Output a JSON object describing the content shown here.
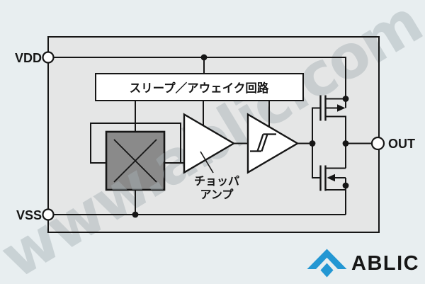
{
  "diagram": {
    "terminals": {
      "vdd": "VDD",
      "vss": "VSS",
      "out": "OUT"
    },
    "sleep_awake_label": "スリープ／アウェイク回路",
    "chopper_amp_label": {
      "line1": "チョッパ",
      "line2": "アンプ"
    },
    "symbols": {
      "modulator": "chopper-modulator",
      "amplifier": "amplifier",
      "comparator": "hysteresis-comparator",
      "pmos": "pmos-transistor",
      "nmos": "nmos-transistor"
    },
    "colors": {
      "background": "#e8eef0",
      "panel_fill": "#e5e6e6",
      "line": "#161616",
      "modulator_fill": "#8a8a8a",
      "block_fill": "#ffffff"
    }
  },
  "watermark": {
    "text": "www.ablic.com",
    "color": "rgba(163,175,180,0.45)"
  },
  "logo": {
    "text": "ABLIC",
    "accent": "#2397d3"
  }
}
